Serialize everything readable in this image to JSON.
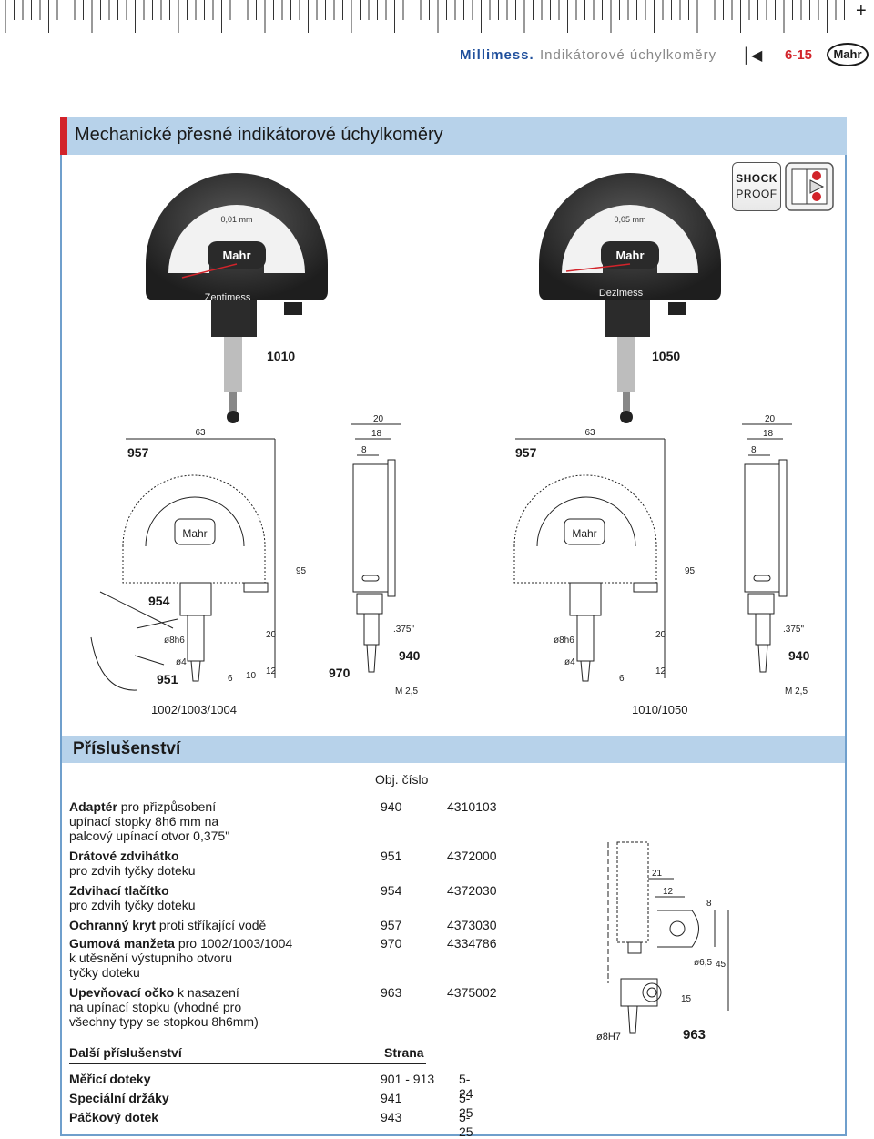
{
  "header": {
    "series": "Millimess.",
    "subtitle": "Indikátorové úchylkoměry",
    "page": "6-15",
    "logo": "Mahr",
    "plus": "+"
  },
  "section": {
    "title": "Mechanické přesné indikátorové úchylkoměry",
    "badge_line1": "SHOCK",
    "badge_line2": "PROOF"
  },
  "products": {
    "left_caption": "1010",
    "right_caption": "1050",
    "left_dial_brand": "Mahr",
    "left_dial_name": "Zentimess",
    "left_dial_scale": "0,01 mm",
    "right_dial_brand": "Mahr",
    "right_dial_name": "Dezimess",
    "right_dial_scale": "0,05 mm"
  },
  "drawings": {
    "left_cover": "957",
    "right_cover": "957",
    "button": "954",
    "lifter": "951",
    "sleeve": "970",
    "adapter_left": "940",
    "adapter_right": "940",
    "models_left": "1002/1003/1004",
    "models_right": "1010/1050",
    "dims": {
      "w63": "63",
      "w20": "20",
      "w18": "18",
      "w8": "8",
      "h95": "95",
      "h20": "20",
      "h12": "12",
      "h10": "10",
      "h6": "6",
      "d8h6": "ø8h6",
      "d4": "ø4",
      "inch": ".375\"",
      "thread": "M 2,5",
      "mahr": "Mahr"
    }
  },
  "accessories": {
    "title": "Příslušenství",
    "col_header": "Obj. číslo",
    "items": [
      {
        "bold": "Adaptér",
        "rest": " pro přizpůsobení",
        "cont": [
          "upínací stopky 8h6 mm na",
          "palcový upínací otvor 0,375\""
        ],
        "code": "940",
        "order": "4310103"
      },
      {
        "bold": "Drátové zdvihátko",
        "rest": "",
        "cont": [
          "pro zdvih tyčky doteku"
        ],
        "code": "951",
        "order": "4372000"
      },
      {
        "bold": "Zdvihací tlačítko",
        "rest": "",
        "cont": [
          "pro zdvih tyčky doteku"
        ],
        "code": "954",
        "order": "4372030"
      },
      {
        "bold": "Ochranný kryt",
        "rest": " proti stříkající vodě",
        "cont": [],
        "code": "957",
        "order": "4373030"
      },
      {
        "bold": "Gumová manžeta",
        "rest": " pro 1002/1003/1004",
        "cont": [
          "k utěsnění výstupního otvoru",
          "tyčky doteku"
        ],
        "code": "970",
        "order": "4334786"
      },
      {
        "bold": "Upevňovací očko",
        "rest": " k nasazení",
        "cont": [
          "na upínací stopku (vhodné pro",
          "všechny typy se stopkou 8h6mm)"
        ],
        "code": "963",
        "order": "4375002"
      }
    ],
    "further_title": "Další příslušenství",
    "further_col": "Strana",
    "further": [
      {
        "name": "Měřicí doteky",
        "code": "901 - 913",
        "page": "5-24"
      },
      {
        "name": "Speciální držáky",
        "code": "941",
        "page": "5-25"
      },
      {
        "name": "Páčkový dotek",
        "code": "943",
        "page": "5-25"
      }
    ]
  },
  "eyelet_drawing": {
    "label": "963",
    "bore": "ø8H7",
    "d21": "21",
    "d12": "12",
    "d8": "8",
    "d65": "ø6,5",
    "d45": "45",
    "d15": "15"
  }
}
